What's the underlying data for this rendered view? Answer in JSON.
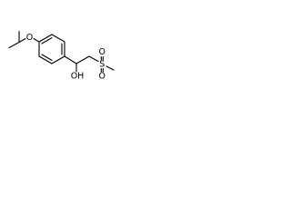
{
  "molecule": {
    "atoms": {
      "ether_oxygen": "O",
      "hydroxyl": "OH",
      "sulfur": "S",
      "sulfonyl_oxygen_top": "O",
      "sulfonyl_oxygen_bottom": "O"
    }
  }
}
